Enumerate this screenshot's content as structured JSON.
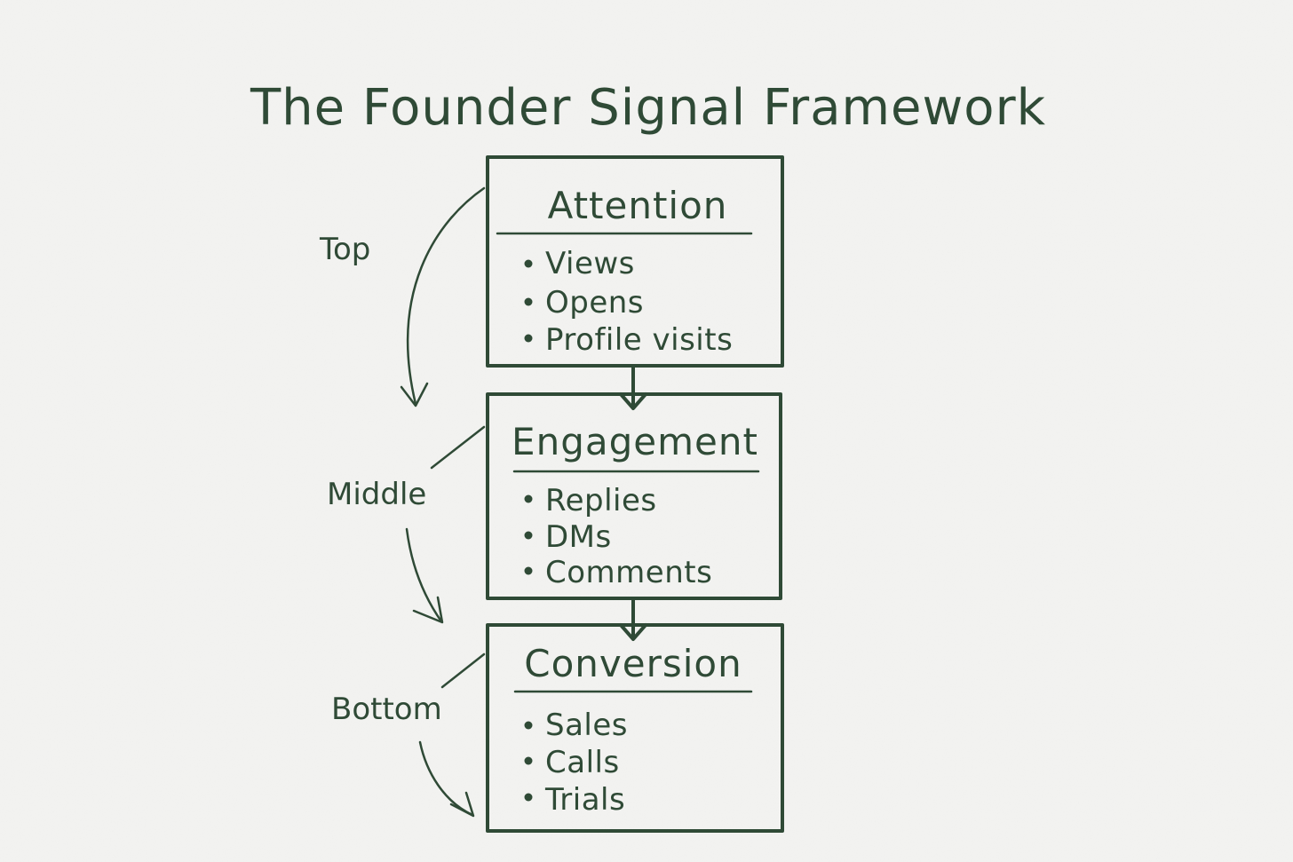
{
  "title": "The Founder Signal Framework",
  "stages": [
    {
      "label": "Top",
      "name": "Attention",
      "items": [
        "Views",
        "Opens",
        "Profile visits"
      ]
    },
    {
      "label": "Middle",
      "name": "Engagement",
      "items": [
        "Replies",
        "DMs",
        "Comments"
      ]
    },
    {
      "label": "Bottom",
      "name": "Conversion",
      "items": [
        "Sales",
        "Calls",
        "Trials"
      ]
    }
  ],
  "colors": {
    "ink": "#2f4a36",
    "paper": "#f3f3f1"
  }
}
